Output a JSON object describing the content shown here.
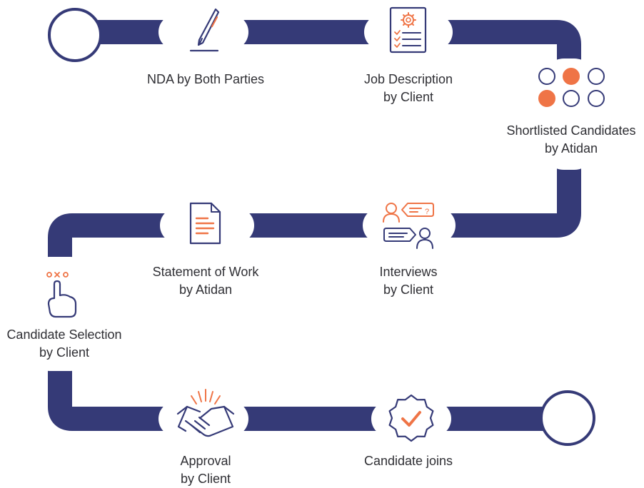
{
  "colors": {
    "track": "#353a77",
    "accent": "#ef7446",
    "text": "#2f2f34",
    "background": "#ffffff"
  },
  "steps": [
    {
      "line1": "NDA by Both Parties",
      "line2": "",
      "icon": "pen-signature-icon"
    },
    {
      "line1": "Job Description",
      "line2": "by Client",
      "icon": "job-description-document-icon"
    },
    {
      "line1": "Shortlisted Candidates",
      "line2": "by Atidan",
      "icon": "candidate-dots-icon"
    },
    {
      "line1": "Interviews",
      "line2": "by Client",
      "icon": "interview-chat-icon"
    },
    {
      "line1": "Statement of Work",
      "line2": "by Atidan",
      "icon": "document-icon"
    },
    {
      "line1": "Candidate Selection",
      "line2": "by Client",
      "icon": "tap-selection-icon"
    },
    {
      "line1": "Approval",
      "line2": "by Client",
      "icon": "handshake-icon"
    },
    {
      "line1": "Candidate joins",
      "line2": "",
      "icon": "check-badge-icon"
    }
  ]
}
